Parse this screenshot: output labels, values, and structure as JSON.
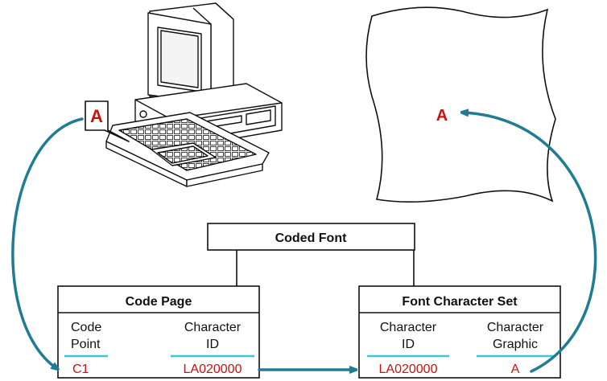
{
  "keyboard_key_char": "A",
  "printed_char": "A",
  "coded_font": {
    "title": "Coded Font"
  },
  "code_page": {
    "title": "Code Page",
    "col1_header": [
      "Code",
      "Point"
    ],
    "col2_header": [
      "Character",
      "ID"
    ],
    "code_point": "C1",
    "char_id": "LA020000"
  },
  "font_char_set": {
    "title": "Font Character Set",
    "col1_header": [
      "Character",
      "ID"
    ],
    "col2_header": [
      "Character",
      "Graphic"
    ],
    "char_id": "LA020000",
    "graphic": "A"
  },
  "colors": {
    "accent_red": "#cc1111",
    "arrow_teal": "#1f7c93",
    "rule_cyan": "#3fc3dd",
    "ink": "#111111"
  }
}
